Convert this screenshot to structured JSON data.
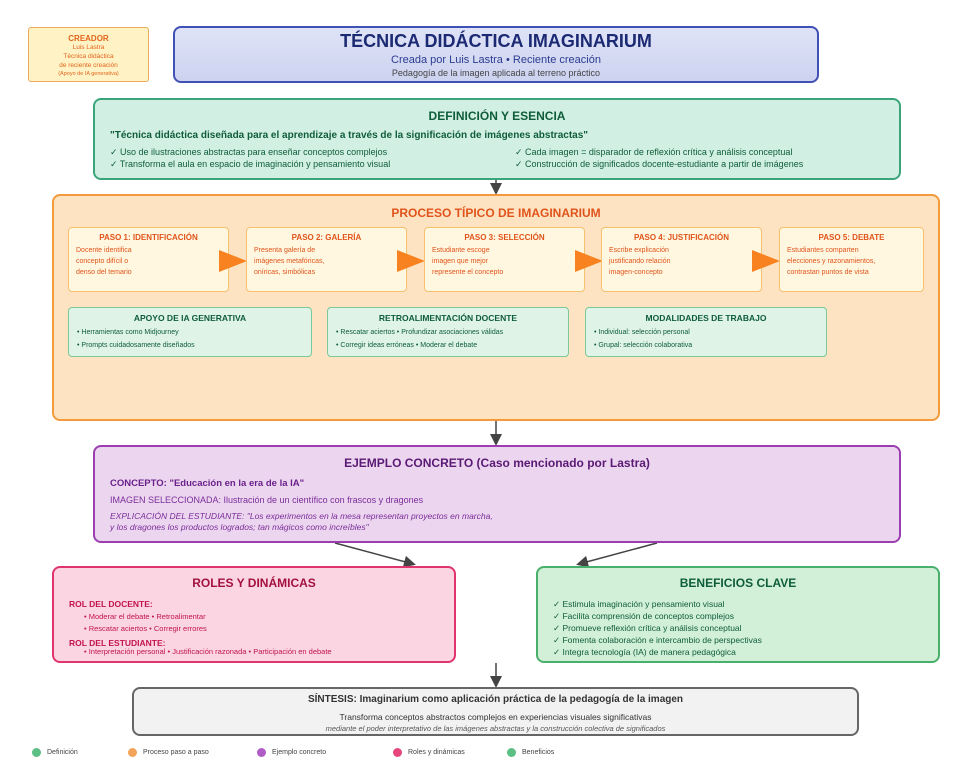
{
  "creator": {
    "heading": "CREADOR",
    "lines": [
      "Luis Lastra",
      "Técnica didáctica",
      "de reciente creación",
      "(Apoyo de IA generativa)"
    ]
  },
  "header": {
    "title": "TÉCNICA DIDÁCTICA IMAGINARIUM",
    "subtitle": "Creada por Luis Lastra • Reciente creación",
    "tagline": "Pedagogía de la imagen aplicada al terreno práctico"
  },
  "definicion": {
    "title": "DEFINICIÓN Y ESENCIA",
    "quote": "\"Técnica didáctica diseñada para el aprendizaje a través de la significación de imágenes abstractas\"",
    "left": [
      "✓ Uso de ilustraciones abstractas para enseñar conceptos complejos",
      "✓ Transforma el aula en espacio de imaginación y pensamiento visual"
    ],
    "right": [
      "✓ Cada imagen = disparador de reflexión crítica y análisis conceptual",
      "✓ Construcción de significados docente-estudiante a partir de imágenes"
    ]
  },
  "proceso": {
    "title": "PROCESO TÍPICO DE IMAGINARIUM",
    "steps": [
      {
        "title": "PASO 1: IDENTIFICACIÓN",
        "body": "Docente identifica\nconcepto difícil o\ndenso del temario"
      },
      {
        "title": "PASO 2: GALERÍA",
        "body": "Presenta galería de\nimágenes metafóricas,\noníricas, simbólicas"
      },
      {
        "title": "PASO 3: SELECCIÓN",
        "body": "Estudiante escoge\nimagen que mejor\nrepresente el concepto"
      },
      {
        "title": "PASO 4: JUSTIFICACIÓN",
        "body": "Escribe explicación\njustificando relación\nimagen-concepto"
      },
      {
        "title": "PASO 5: DEBATE",
        "body": "Estudiantes comparten\nelecciones y razonamientos,\ncontrastan puntos de vista"
      }
    ],
    "support": [
      {
        "title": "APOYO DE IA GENERATIVA",
        "items": [
          "• Herramientas como Midjourney",
          "• Prompts cuidadosamente diseñados"
        ]
      },
      {
        "title": "RETROALIMENTACIÓN DOCENTE",
        "items": [
          "• Rescatar aciertos • Profundizar asociaciones válidas",
          "• Corregir ideas erróneas • Moderar el debate"
        ]
      },
      {
        "title": "MODALIDADES DE TRABAJO",
        "items": [
          "• Individual: selección personal",
          "• Grupal: selección colaborativa"
        ]
      }
    ]
  },
  "ejemplo": {
    "title": "EJEMPLO CONCRETO (Caso mencionado por Lastra)",
    "concepto": "CONCEPTO: \"Educación en la era de la IA\"",
    "imagen": "IMAGEN SELECCIONADA: Ilustración de un científico con frascos y dragones",
    "explicacion": "EXPLICACIÓN DEL ESTUDIANTE: \"Los experimentos en la mesa representan proyectos en marcha,\ny los dragones los productos logrados; tan mágicos como increíbles\""
  },
  "roles": {
    "title": "ROLES Y DINÁMICAS",
    "docente_head": "ROL DEL DOCENTE:",
    "docente_items": [
      "• Moderar el debate • Retroalimentar",
      "• Rescatar aciertos • Corregir errores"
    ],
    "estudiante_head": "ROL DEL ESTUDIANTE:",
    "estudiante_items": [
      "• Interpretación personal • Justificación razonada • Participación en debate"
    ]
  },
  "beneficios": {
    "title": "BENEFICIOS CLAVE",
    "items": [
      "✓ Estimula imaginación y pensamiento visual",
      "✓ Facilita comprensión de conceptos complejos",
      "✓ Promueve reflexión crítica y análisis conceptual",
      "✓ Fomenta colaboración e intercambio de perspectivas",
      "✓ Integra tecnología (IA) de manera pedagógica"
    ]
  },
  "sintesis": {
    "title": "SÍNTESIS: Imaginarium como aplicación práctica de la pedagogía de la imagen",
    "line1": "Transforma conceptos abstractos complejos en experiencias visuales significativas",
    "line2": "mediante el poder interpretativo de las imágenes abstractas y la construcción colectiva de significados"
  },
  "legend": [
    {
      "label": "Definición",
      "color": "#5cbf83"
    },
    {
      "label": "Proceso paso a paso",
      "color": "#f4a45a"
    },
    {
      "label": "Ejemplo concreto",
      "color": "#b05cc7"
    },
    {
      "label": "Roles y dinámicas",
      "color": "#e7467d"
    },
    {
      "label": "Beneficios",
      "color": "#5cbf83"
    }
  ]
}
